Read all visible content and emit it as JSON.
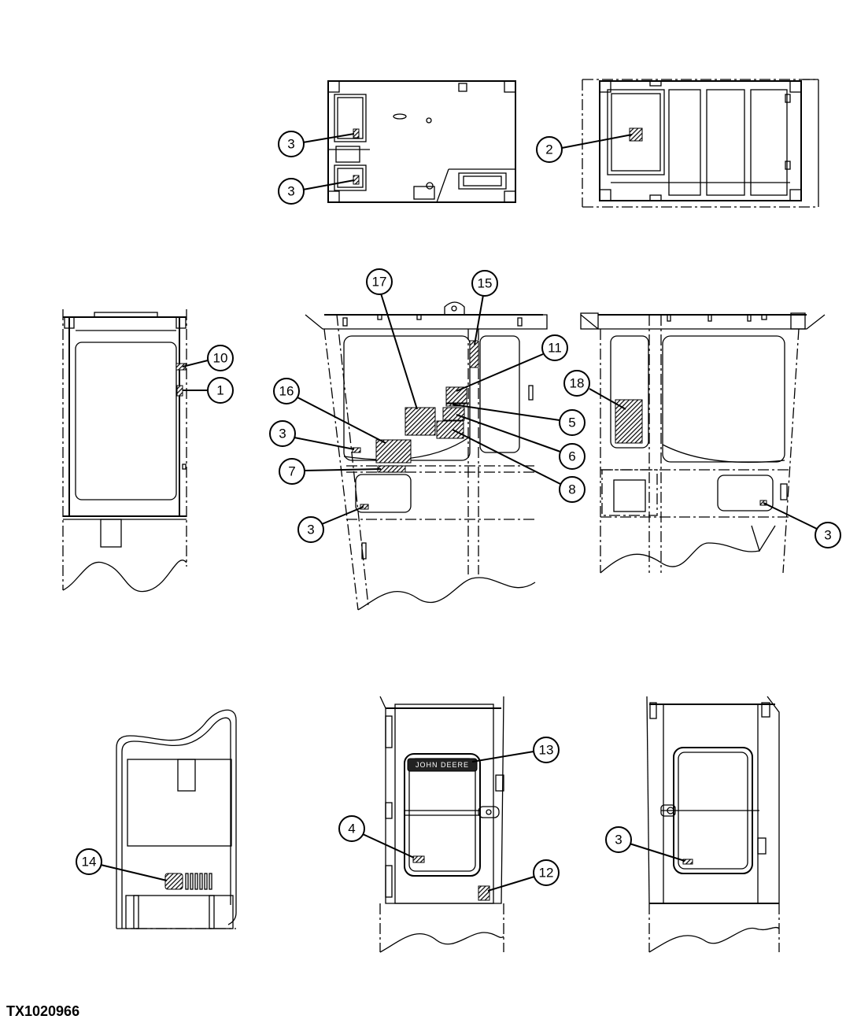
{
  "figure_id": "TX1020966",
  "logo_text": "JOHN DEERE",
  "callouts": [
    {
      "id": "c3a",
      "label": "3"
    },
    {
      "id": "c3b",
      "label": "3"
    },
    {
      "id": "c2",
      "label": "2"
    },
    {
      "id": "c17",
      "label": "17"
    },
    {
      "id": "c15",
      "label": "15"
    },
    {
      "id": "c10",
      "label": "10"
    },
    {
      "id": "c1",
      "label": "1"
    },
    {
      "id": "c11",
      "label": "11"
    },
    {
      "id": "c16",
      "label": "16"
    },
    {
      "id": "c5",
      "label": "5"
    },
    {
      "id": "c3c",
      "label": "3"
    },
    {
      "id": "c6",
      "label": "6"
    },
    {
      "id": "c7",
      "label": "7"
    },
    {
      "id": "c8",
      "label": "8"
    },
    {
      "id": "c3d",
      "label": "3"
    },
    {
      "id": "c18",
      "label": "18"
    },
    {
      "id": "c3e",
      "label": "3"
    },
    {
      "id": "c13",
      "label": "13"
    },
    {
      "id": "c4",
      "label": "4"
    },
    {
      "id": "c14",
      "label": "14"
    },
    {
      "id": "c12",
      "label": "12"
    },
    {
      "id": "c3f",
      "label": "3"
    }
  ]
}
